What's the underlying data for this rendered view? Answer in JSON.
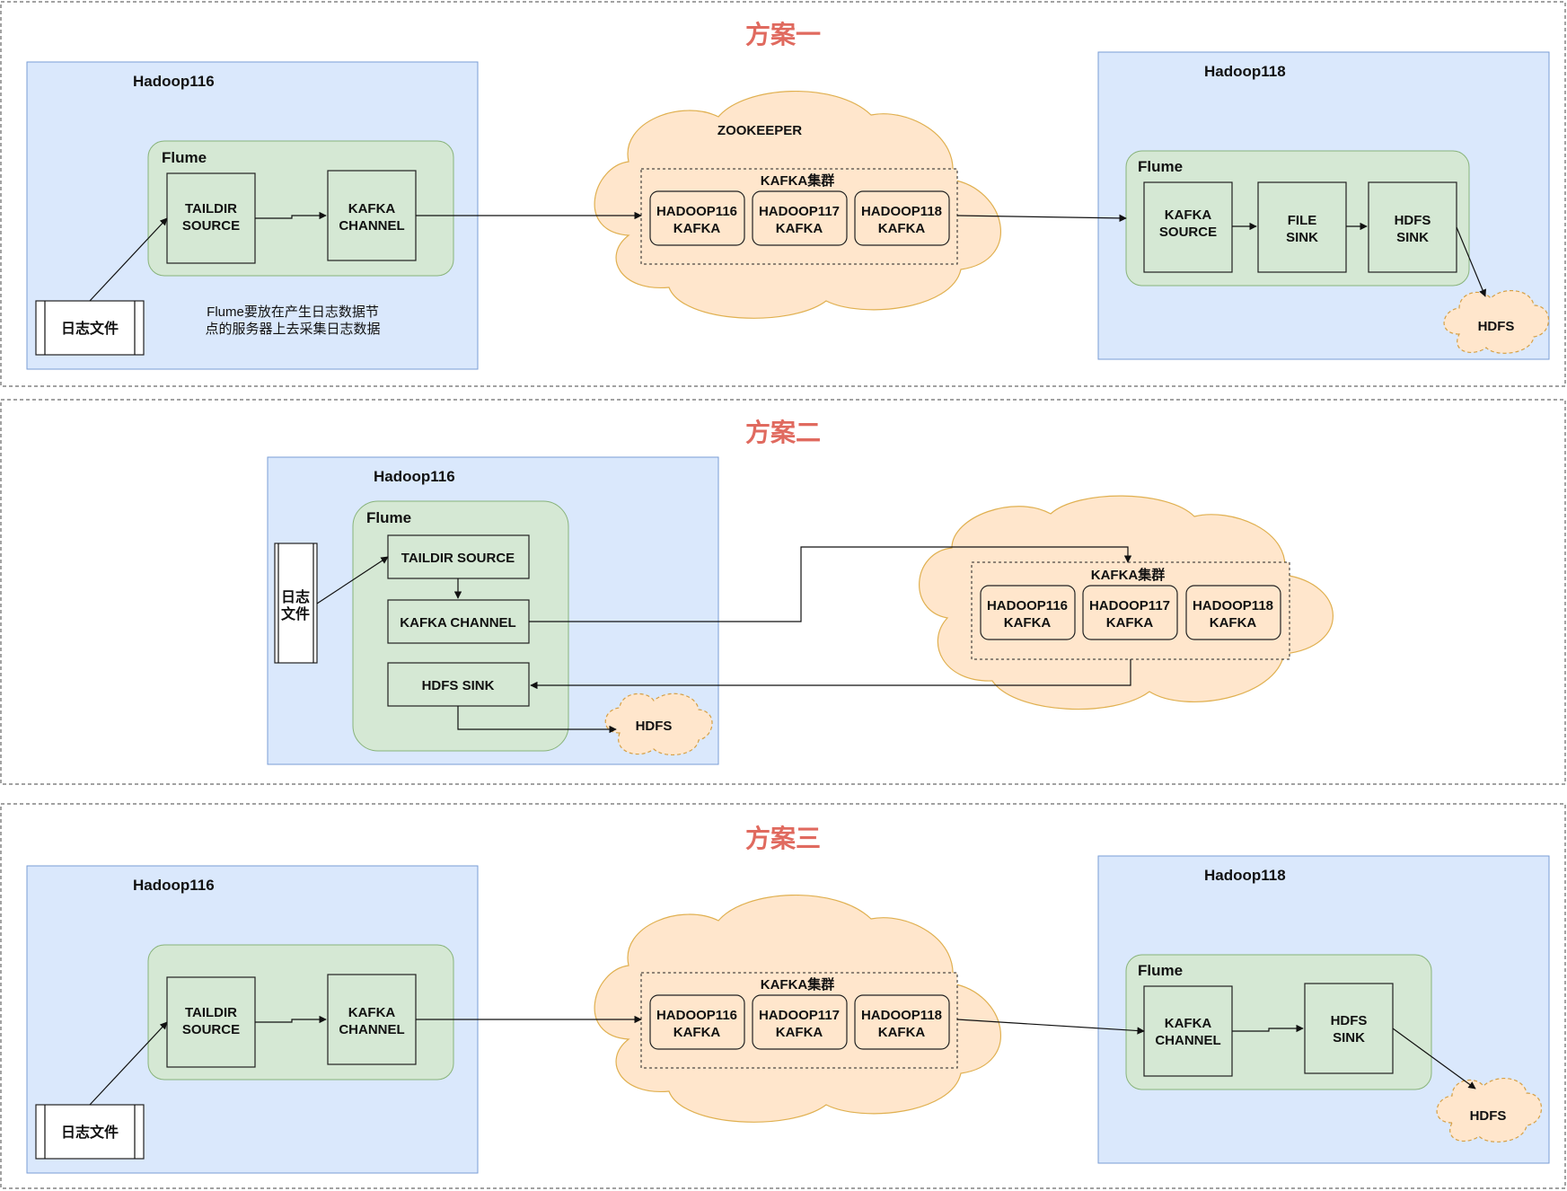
{
  "colors": {
    "title": "#e06a5f",
    "host_fill": "#dae8fc",
    "flume_fill": "#d5e8d4",
    "kafka_fill": "#ffe6cc"
  },
  "plan1": {
    "title": "方案一",
    "host_a": "Hadoop116",
    "flume_a": "Flume",
    "source_a": [
      "TAILDIR",
      "SOURCE"
    ],
    "channel_a": [
      "KAFKA",
      "CHANNEL"
    ],
    "log": "日志文件",
    "note": [
      "Flume要放在产生日志数据节",
      "点的服务器上去采集日志数据"
    ],
    "zookeeper": "ZOOKEEPER",
    "cluster": "KAFKA集群",
    "brokers": [
      [
        "HADOOP116",
        "KAFKA"
      ],
      [
        "HADOOP117",
        "KAFKA"
      ],
      [
        "HADOOP118",
        "KAFKA"
      ]
    ],
    "host_b": "Hadoop118",
    "flume_b": "Flume",
    "source_b": [
      "KAFKA",
      "SOURCE"
    ],
    "channel_b": [
      "FILE",
      "SINK"
    ],
    "sink_b": [
      "HDFS",
      "SINK"
    ],
    "hdfs": "HDFS"
  },
  "plan2": {
    "title": "方案二",
    "host": "Hadoop116",
    "flume": "Flume",
    "source": "TAILDIR SOURCE",
    "channel": "KAFKA CHANNEL",
    "sink": "HDFS SINK",
    "log": [
      "日志",
      "文件"
    ],
    "hdfs": "HDFS",
    "cluster": "KAFKA集群",
    "brokers": [
      [
        "HADOOP116",
        "KAFKA"
      ],
      [
        "HADOOP117",
        "KAFKA"
      ],
      [
        "HADOOP118",
        "KAFKA"
      ]
    ]
  },
  "plan3": {
    "title": "方案三",
    "host_a": "Hadoop116",
    "source_a": [
      "TAILDIR",
      "SOURCE"
    ],
    "channel_a": [
      "KAFKA",
      "CHANNEL"
    ],
    "log": "日志文件",
    "cluster": "KAFKA集群",
    "brokers": [
      [
        "HADOOP116",
        "KAFKA"
      ],
      [
        "HADOOP117",
        "KAFKA"
      ],
      [
        "HADOOP118",
        "KAFKA"
      ]
    ],
    "host_b": "Hadoop118",
    "flume_b": "Flume",
    "channel_b": [
      "KAFKA",
      "CHANNEL"
    ],
    "sink_b": [
      "HDFS",
      "SINK"
    ],
    "hdfs": "HDFS"
  }
}
